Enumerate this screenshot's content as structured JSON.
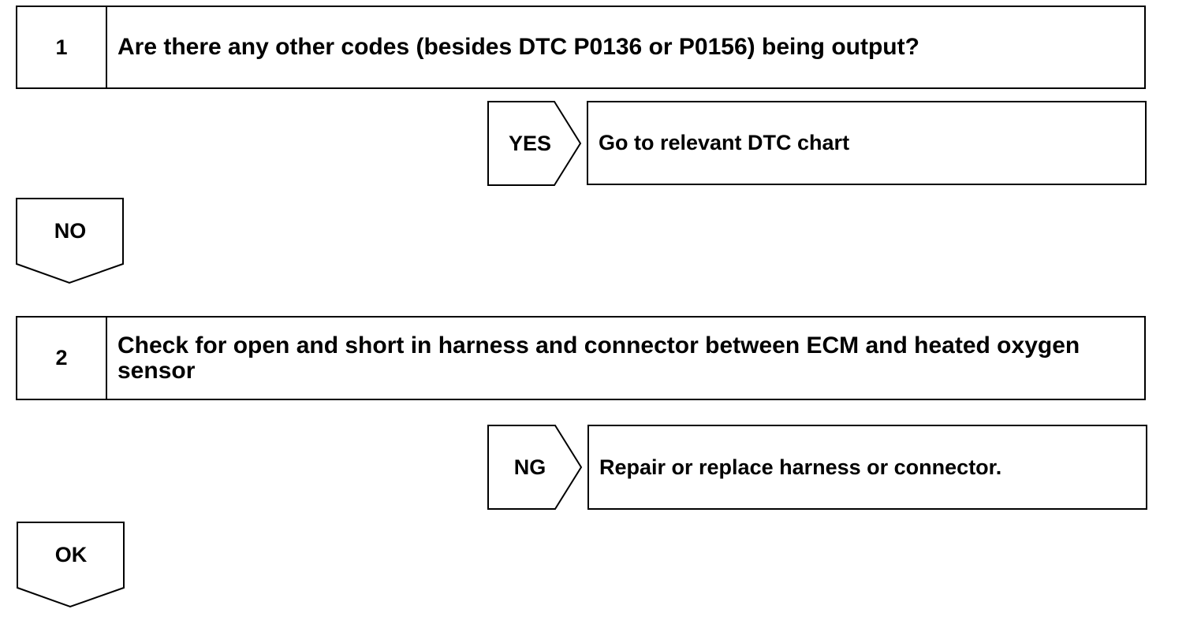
{
  "steps": [
    {
      "number": "1",
      "question": "Are there any other codes (besides DTC P0136 or P0156) being output?",
      "branch": {
        "label": "YES",
        "result": "Go to relevant DTC chart"
      },
      "continue_label": "NO"
    },
    {
      "number": "2",
      "question": "Check for open and short in harness and connector between ECM and heated oxygen sensor",
      "branch": {
        "label": "NG",
        "result": "Repair or replace harness or connector."
      },
      "continue_label": "OK"
    }
  ]
}
